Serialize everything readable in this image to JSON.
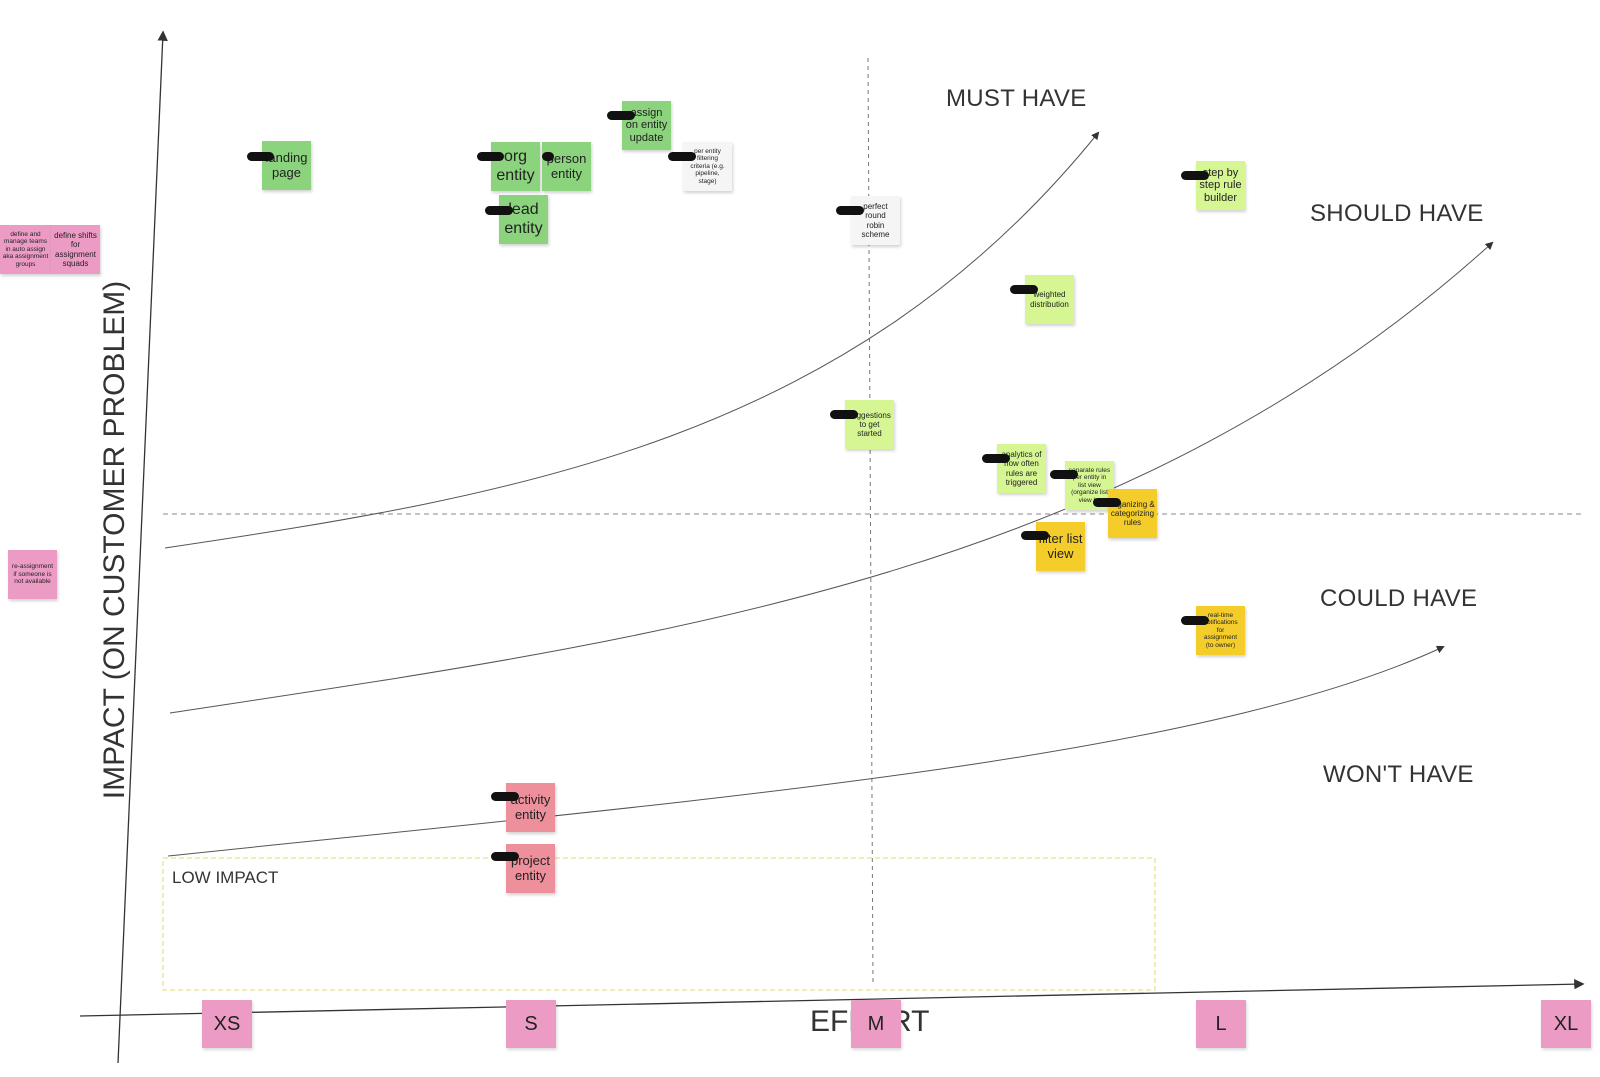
{
  "axes": {
    "y_label": "IMPACT (ON CUSTOMER PROBLEM)",
    "x_label": "EFFORT",
    "effort_sizes": [
      "XS",
      "S",
      "M",
      "L",
      "XL"
    ]
  },
  "zones": {
    "must": "MUST HAVE",
    "should": "SHOULD HAVE",
    "could": "COULD HAVE",
    "wont": "WON'T HAVE",
    "low_impact": "LOW IMPACT"
  },
  "notes": {
    "landing_page": "landing\npage",
    "org_entity": "org\nentity",
    "person_entity": "person\nentity",
    "lead_entity": "lead\nentity",
    "assign_on_update": "assign\non entity\nupdate",
    "per_entity_filtering": "per entity\nfiltering\ncriteria (e.g.\npipeline,\nstage)",
    "perfect_round_robin": "perfect\nround\nrobin\nscheme",
    "step_by_step": "step by\nstep rule\nbuilder",
    "weighted_distribution": "weighted\ndistribution",
    "suggestions": "suggestions\nto get\nstarted",
    "analytics": "analytics of\nhow often\nrules are\ntriggered",
    "separate_rules": "separate rules\nper entity in\nlist view\n(organize list\nview by",
    "organizing_rules": "organizing &\ncategorizing\nrules",
    "filter_list_view": "filter list\nview",
    "realtime_notifications": "real-time\nnotifications\nfor\nassignment\n(to owner)",
    "activity_entity": "activity\nentity",
    "project_entity": "project\nentity",
    "define_teams": "define and\nmanage teams\nin auto assign\naka assignment\ngroups",
    "define_shifts": "define shifts\nfor\nassignment\nsquads",
    "reassignment": "re-assignment\nif someone is\nnot available"
  },
  "colors": {
    "green": "#8bd37c",
    "lime": "#d6f593",
    "yellow": "#f5cd2a",
    "red": "#ee8f9c",
    "pink": "#ec9cc4",
    "line": "#555555",
    "low_impact_border": "#e6e28a"
  }
}
